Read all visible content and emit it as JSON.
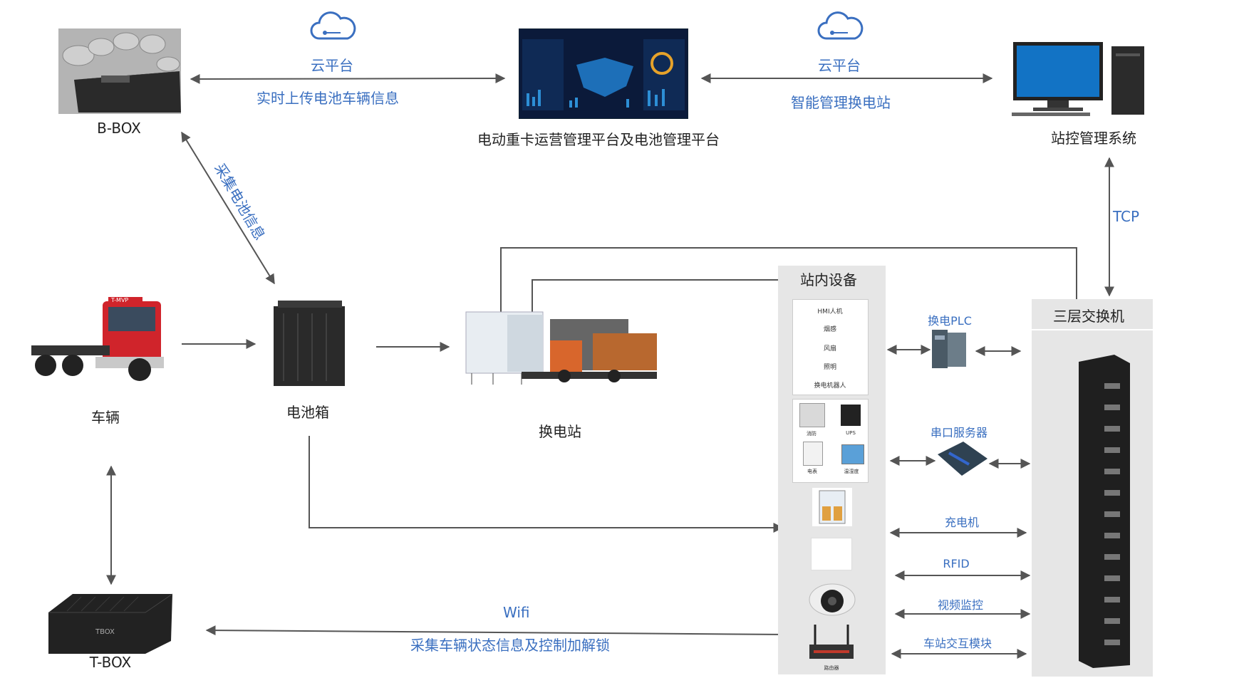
{
  "nodes": {
    "bbox": "B-BOX",
    "platform": "电动重卡运营管理平台及电池管理平台",
    "station_control": "站控管理系统",
    "vehicle": "车辆",
    "battery_box": "电池箱",
    "swap_station": "换电站",
    "tbox": "T-BOX",
    "switch": "三层交换机",
    "station_equipment": "站内设备"
  },
  "links": {
    "cloud_left": "云平台",
    "upload_info": "实时上传电池车辆信息",
    "cloud_right": "云平台",
    "smart_manage": "智能管理换电站",
    "collect_battery": "采集电池信息",
    "tcp": "TCP",
    "wifi": "Wifi",
    "collect_vehicle": "采集车辆状态信息及控制加解锁",
    "swap_plc": "换电PLC",
    "serial_server": "串口服务器",
    "charger": "充电机",
    "rfid": "RFID",
    "video": "视频监控",
    "station_interaction": "车站交互模块"
  },
  "equipment": {
    "hmi_list": [
      "HMI人机",
      "烟感",
      "风扇",
      "照明",
      "换电机器人"
    ],
    "serial_devices": [
      "消防",
      "UPS",
      "电表",
      "温湿度"
    ],
    "router": "路由器",
    "tbox_plate": "TBOX",
    "truck_plate": "T-MVP"
  },
  "colors": {
    "accent_blue": "#3a6fc0",
    "line_gray": "#555555",
    "panel_bg": "#e6e6e6"
  }
}
